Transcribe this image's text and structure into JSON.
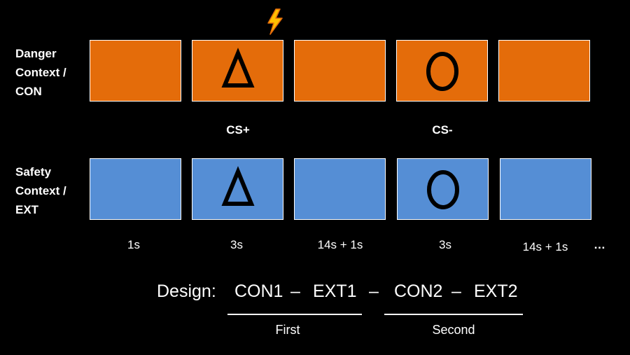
{
  "rows": {
    "danger": {
      "label": "Danger\nContext /\nCON",
      "color": "#e46c0a"
    },
    "safety": {
      "label": "Safety\nContext /\nEXT",
      "color": "#558ed5"
    }
  },
  "cs_labels": {
    "plus": "CS+",
    "minus": "CS-"
  },
  "shock_icon": "lightning-bolt",
  "durations": [
    "1s",
    "3s",
    "14s + 1s",
    "3s",
    "14s + 1s"
  ],
  "ellipsis": "…",
  "design": {
    "prefix": "Design:",
    "con1": "CON1",
    "dash1": "–",
    "ext1": "EXT1",
    "dash2": "–",
    "con2": "CON2",
    "dash3": "–",
    "ext2": "EXT2",
    "first_label": "First",
    "second_label": "Second"
  }
}
